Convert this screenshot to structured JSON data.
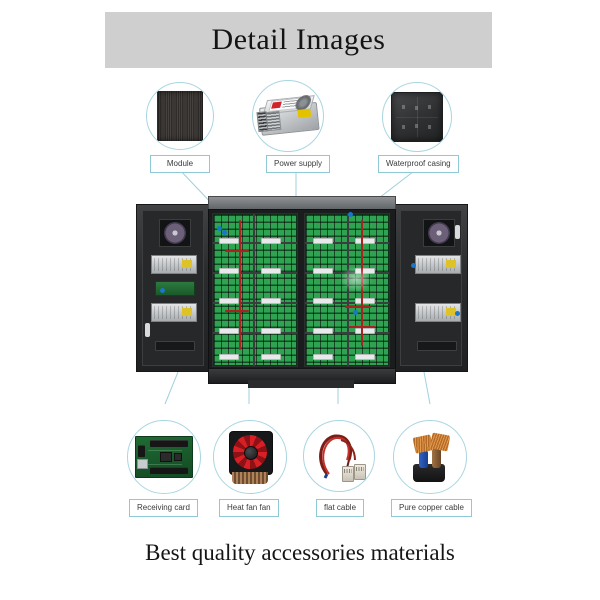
{
  "page": {
    "background_color": "#ffffff",
    "banner_color": "#cfcfcf",
    "accent_line_color": "#8fc9d8",
    "marker_color": "#1a76c8"
  },
  "header": {
    "title": "Detail Images"
  },
  "footer": {
    "caption": "Best quality accessories materials"
  },
  "callouts": {
    "top": [
      {
        "label": "Module",
        "artwork": "led-module-icon"
      },
      {
        "label": "Power supply",
        "artwork": "power-supply-icon"
      },
      {
        "label": "Waterproof casing",
        "artwork": "waterproof-casing-icon"
      }
    ],
    "bottom": [
      {
        "label": "Receiving card",
        "artwork": "receiving-card-icon"
      },
      {
        "label": "Heat fan fan",
        "artwork": "heat-fan-icon"
      },
      {
        "label": "flat cable",
        "artwork": "flat-cable-icon"
      },
      {
        "label": "Pure copper cable",
        "artwork": "copper-cable-icon"
      }
    ]
  },
  "product": {
    "name": "led-display-cabinet-photo"
  }
}
